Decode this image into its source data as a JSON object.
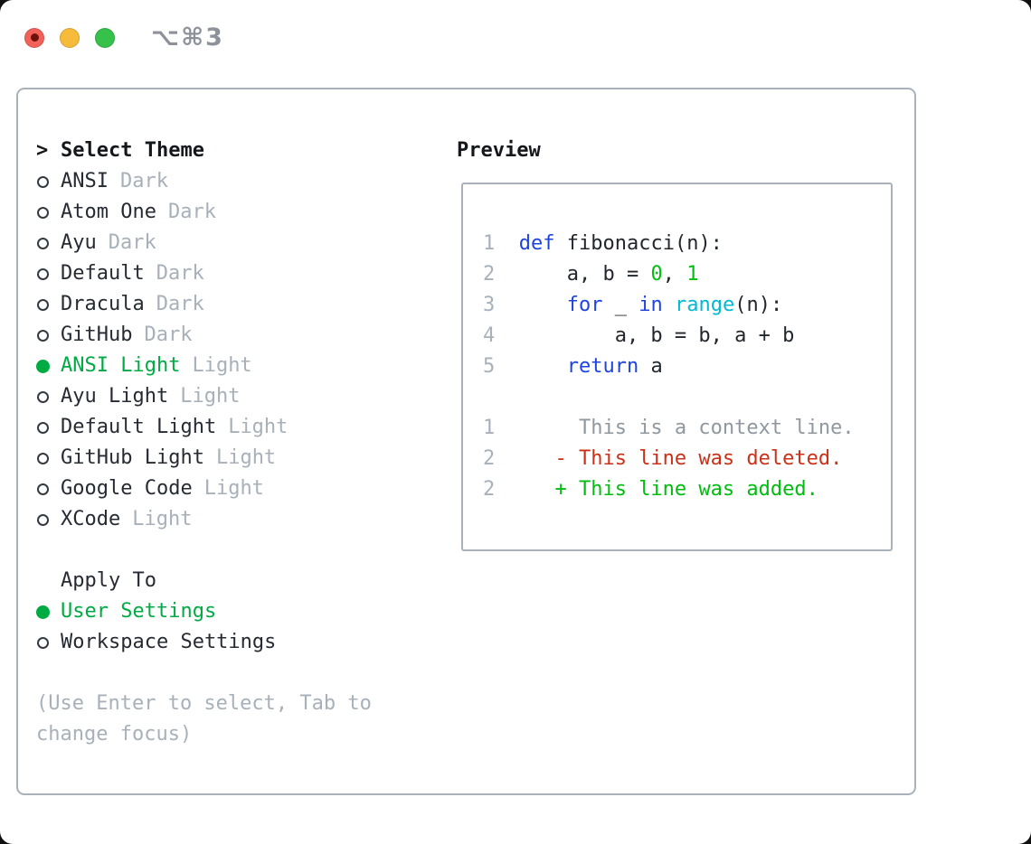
{
  "titlebar": {
    "title": "⌥⌘3",
    "buttons": [
      {
        "name": "close",
        "color": "#f2625b"
      },
      {
        "name": "minimize",
        "color": "#f7bb3b"
      },
      {
        "name": "zoom",
        "color": "#36c14b"
      }
    ]
  },
  "theme_panel": {
    "header_marker": ">",
    "header": "Select Theme",
    "themes": [
      {
        "name": "ANSI",
        "badge": "Dark",
        "selected": false
      },
      {
        "name": "Atom One",
        "badge": "Dark",
        "selected": false
      },
      {
        "name": "Ayu",
        "badge": "Dark",
        "selected": false
      },
      {
        "name": "Default",
        "badge": "Dark",
        "selected": false
      },
      {
        "name": "Dracula",
        "badge": "Dark",
        "selected": false
      },
      {
        "name": "GitHub",
        "badge": "Dark",
        "selected": false
      },
      {
        "name": "ANSI Light",
        "badge": "Light",
        "selected": true
      },
      {
        "name": "Ayu Light",
        "badge": "Light",
        "selected": false
      },
      {
        "name": "Default Light",
        "badge": "Light",
        "selected": false
      },
      {
        "name": "GitHub Light",
        "badge": "Light",
        "selected": false
      },
      {
        "name": "Google Code",
        "badge": "Light",
        "selected": false
      },
      {
        "name": "XCode",
        "badge": "Light",
        "selected": false
      }
    ],
    "apply_to": {
      "header": "Apply To",
      "options": [
        {
          "name": "User Settings",
          "selected": true
        },
        {
          "name": "Workspace Settings",
          "selected": false
        }
      ]
    },
    "hint_lines": [
      "(Use Enter to select, Tab to",
      "change focus)"
    ]
  },
  "preview_panel": {
    "header": "Preview",
    "code_lines": [
      {
        "n": "1",
        "tokens": [
          {
            "t": "  "
          },
          {
            "t": "def",
            "c": "kw"
          },
          {
            "t": " fibonacci(n):"
          }
        ]
      },
      {
        "n": "2",
        "tokens": [
          {
            "t": "      a, b = "
          },
          {
            "t": "0",
            "c": "num"
          },
          {
            "t": ", "
          },
          {
            "t": "1",
            "c": "num"
          }
        ]
      },
      {
        "n": "3",
        "tokens": [
          {
            "t": "      "
          },
          {
            "t": "for",
            "c": "kw"
          },
          {
            "t": " _ "
          },
          {
            "t": "in",
            "c": "kw"
          },
          {
            "t": " "
          },
          {
            "t": "range",
            "c": "fn"
          },
          {
            "t": "(n):"
          }
        ]
      },
      {
        "n": "4",
        "tokens": [
          {
            "t": "          a, b = b, a + b"
          }
        ]
      },
      {
        "n": "5",
        "tokens": [
          {
            "t": "      "
          },
          {
            "t": "return",
            "c": "kw"
          },
          {
            "t": " a"
          }
        ]
      },
      {
        "n": "",
        "tokens": []
      },
      {
        "n": "1",
        "tokens": [
          {
            "t": "       This is a context line.",
            "c": "ctx"
          }
        ]
      },
      {
        "n": "2",
        "tokens": [
          {
            "t": "     - This line was deleted.",
            "c": "del"
          }
        ]
      },
      {
        "n": "2",
        "tokens": [
          {
            "t": "     + This line was added.",
            "c": "add"
          }
        ]
      }
    ]
  },
  "colors": {
    "text": "#22272e",
    "muted_badge": "#a8b0ba",
    "selected_green": "#00ab44",
    "code_green": "#00bd0f",
    "keyword_blue": "#1e44e0",
    "builtin_cyan": "#00b9d2",
    "deleted_red": "#cb3018",
    "context_gray": "#8f979f",
    "border_gray": "#a9b1ba"
  }
}
